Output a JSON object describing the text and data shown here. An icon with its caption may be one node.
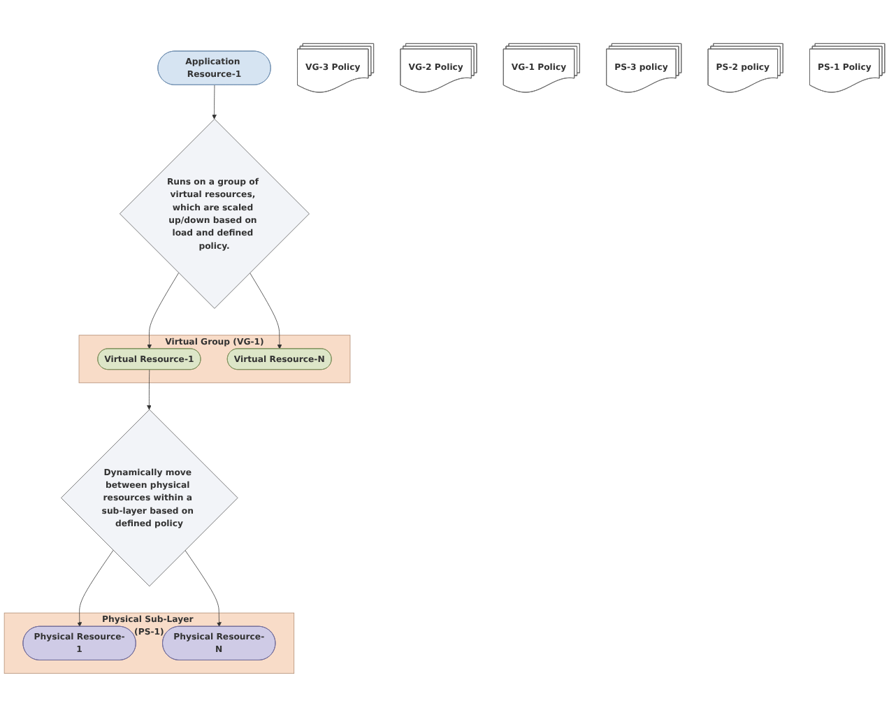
{
  "diagram": {
    "nodes": [
      {
        "text": [
          "Application Resource-1"
        ]
      },
      {
        "text": [
          "VG-3 Policy"
        ]
      },
      {
        "text": [
          "VG-2 Policy"
        ]
      },
      {
        "text": [
          "VG-1 Policy"
        ]
      },
      {
        "text": [
          "Runs on a group of virtual resources, which are scaled up/down based on load and defined policy."
        ]
      },
      {
        "text": [
          "Virtual Group (VG-1)"
        ]
      },
      {
        "text": [
          "Virtual Resource-1"
        ],
        "in": 5
      },
      {
        "text": [
          "Virtual Resource-N"
        ],
        "in": 5
      },
      {
        "text": [
          "PS-3 policy"
        ]
      },
      {
        "text": [
          "PS-2 policy"
        ]
      },
      {
        "text": [
          "PS-1 Policy"
        ]
      },
      {
        "text": [
          "Dynamically move between physical resources within a sub-layer based on defined policy"
        ]
      },
      {
        "text": [
          "Physical Sub-Layer (PS-1)"
        ]
      },
      {
        "text": [
          "Physical Resource-1"
        ],
        "in": 12
      },
      {
        "text": [
          "Physical Resource-N"
        ],
        "in": 12
      }
    ],
    "edges": [
      {
        "from": 0,
        "to": 4,
        "arrow": "to"
      },
      {
        "from": 4,
        "to": 6,
        "arrow": "to"
      },
      {
        "from": 4,
        "to": 7,
        "arrow": "to"
      },
      {
        "from": 6,
        "to": 11,
        "arrow": "to"
      },
      {
        "from": 11,
        "to": 13,
        "arrow": "to"
      },
      {
        "from": 11,
        "to": 14,
        "arrow": "to"
      }
    ]
  }
}
